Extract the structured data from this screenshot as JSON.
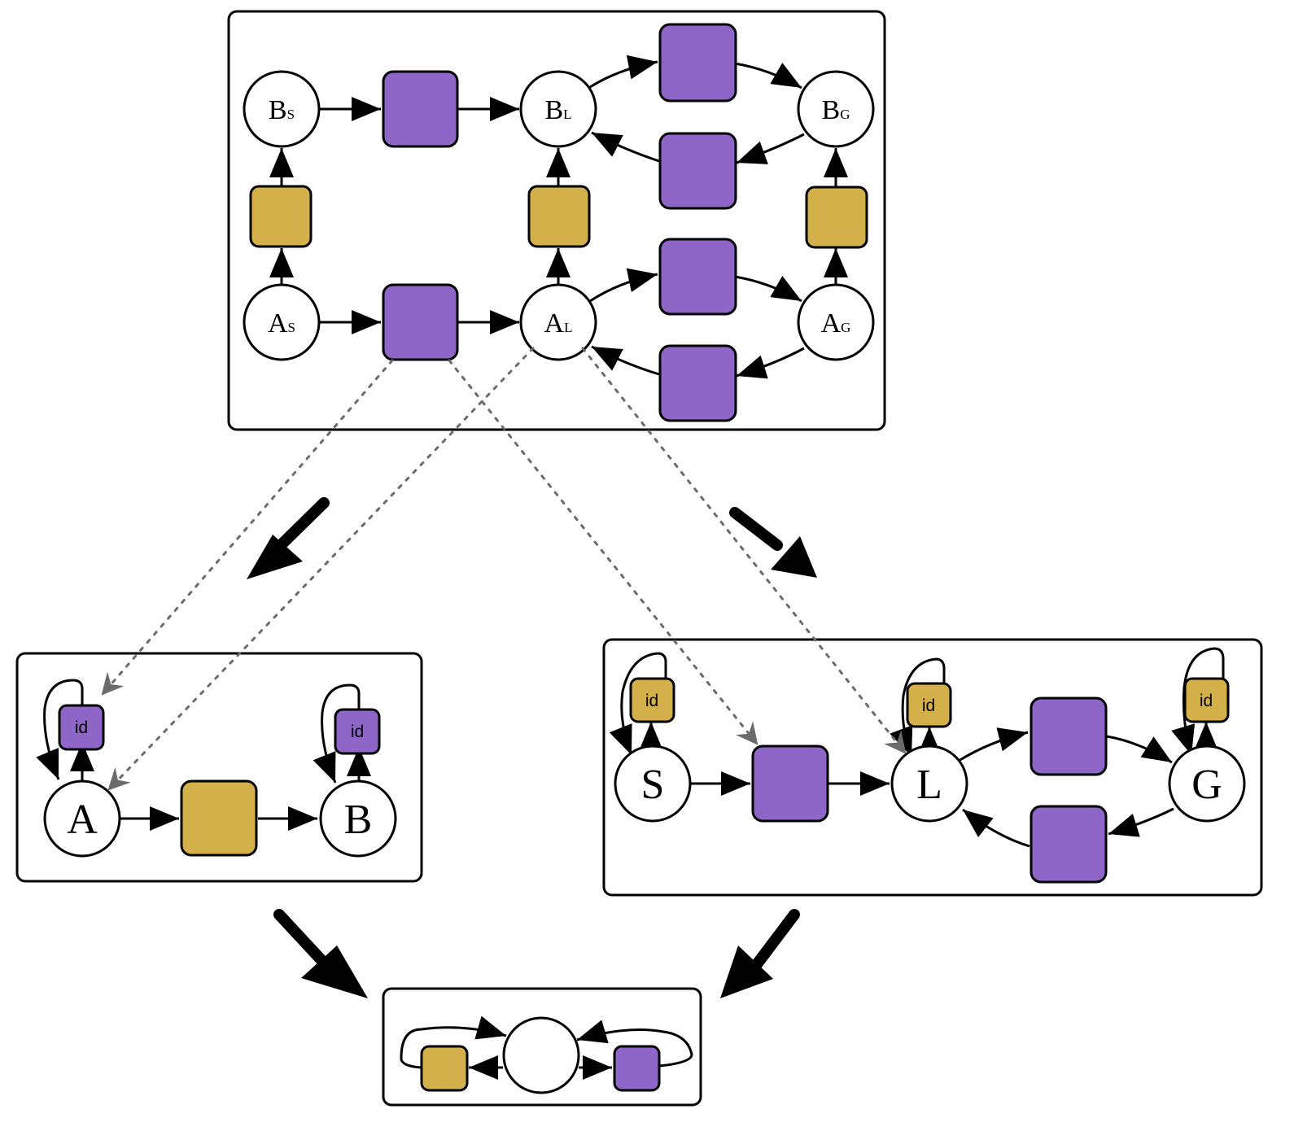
{
  "colors": {
    "purple": "#8d66c7",
    "gold": "#d4b04a",
    "dashed": "#6b6b6b",
    "stroke": "#000000"
  },
  "top_panel": {
    "nodes": [
      {
        "id": "BS",
        "main": "B",
        "sub": "S"
      },
      {
        "id": "BL",
        "main": "B",
        "sub": "L"
      },
      {
        "id": "BG",
        "main": "B",
        "sub": "G"
      },
      {
        "id": "AS",
        "main": "A",
        "sub": "S"
      },
      {
        "id": "AL",
        "main": "A",
        "sub": "L"
      },
      {
        "id": "AG",
        "main": "A",
        "sub": "G"
      }
    ],
    "boxes": {
      "purple_count": 6,
      "gold_count": 3
    },
    "edges": [
      [
        "BS",
        "purple",
        "BL"
      ],
      [
        "AS",
        "purple",
        "AL"
      ],
      [
        "BL",
        "purple",
        "BG"
      ],
      [
        "BG",
        "purple",
        "BL"
      ],
      [
        "AL",
        "purple",
        "AG"
      ],
      [
        "AG",
        "purple",
        "AL"
      ],
      [
        "AS",
        "gold",
        "BS"
      ],
      [
        "AL",
        "gold",
        "BL"
      ],
      [
        "AG",
        "gold",
        "BG"
      ]
    ]
  },
  "left_panel": {
    "nodes": [
      {
        "id": "A",
        "label": "A"
      },
      {
        "id": "B",
        "label": "B"
      }
    ],
    "id_boxes": [
      {
        "on": "A",
        "label": "id",
        "color": "purple"
      },
      {
        "on": "B",
        "label": "id",
        "color": "purple"
      }
    ],
    "edges": [
      [
        "A",
        "gold",
        "B"
      ]
    ]
  },
  "right_panel": {
    "nodes": [
      {
        "id": "S",
        "label": "S"
      },
      {
        "id": "L",
        "label": "L"
      },
      {
        "id": "G",
        "label": "G"
      }
    ],
    "id_boxes": [
      {
        "on": "S",
        "label": "id",
        "color": "gold"
      },
      {
        "on": "L",
        "label": "id",
        "color": "gold"
      },
      {
        "on": "G",
        "label": "id",
        "color": "gold"
      }
    ],
    "edges": [
      [
        "S",
        "purple",
        "L"
      ],
      [
        "L",
        "purple",
        "G"
      ],
      [
        "G",
        "purple",
        "L"
      ]
    ]
  },
  "bottom_panel": {
    "nodes": [
      {
        "id": "X",
        "label": ""
      }
    ],
    "loops": [
      "gold",
      "purple"
    ]
  },
  "mappings": [
    {
      "from": "purple box AS→AL",
      "to": "id box at A (left)"
    },
    {
      "from": "node AL",
      "to": "node A (left)"
    },
    {
      "from": "purple box AS→AL",
      "to": "purple box S→L (right)"
    },
    {
      "from": "node AL",
      "to": "node L (right)"
    }
  ]
}
